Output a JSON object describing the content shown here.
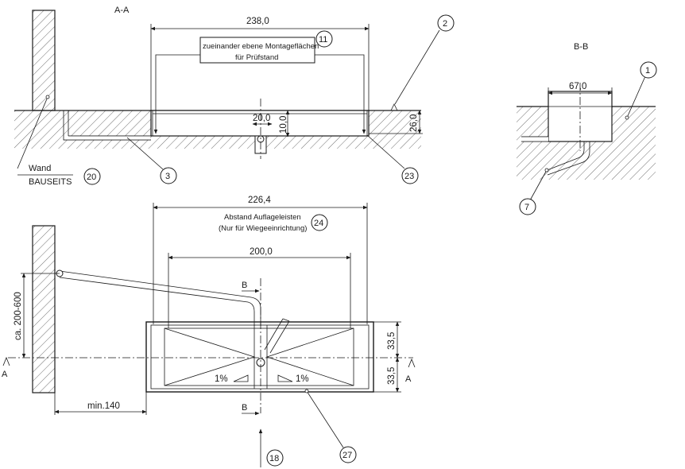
{
  "sections": {
    "aa_label": "A-A",
    "bb_label": "B-B",
    "section_mark_a": "A",
    "section_mark_b": "B"
  },
  "dimensions": {
    "top_width": "238,0",
    "top_small_width": "20,0",
    "top_small_depth": "10,0",
    "top_depth": "26,0",
    "bb_width": "67,0",
    "plan_outer": "226,4",
    "plan_inner": "200,0",
    "plan_half_upper": "33,5",
    "plan_half_lower": "33,5",
    "wall_distance": "ca. 200-600",
    "min_distance": "min.140",
    "slope_left": "1%",
    "slope_right": "1%"
  },
  "notes": {
    "montage_line1": "zueinander ebene Montageflächen",
    "montage_line2": "für Prüfstand",
    "wall_line1": "Wand",
    "wall_line2": "BAUSEITS",
    "bearing_line1": "Abstand Auflageleisten",
    "bearing_line2": "(Nur für Wiegeeinrichtung)"
  },
  "callouts": {
    "c2": "2",
    "c11": "11",
    "c20": "20",
    "c3": "3",
    "c23": "23",
    "c1": "1",
    "c7": "7",
    "c24": "24",
    "c27": "27",
    "c18": "18"
  }
}
